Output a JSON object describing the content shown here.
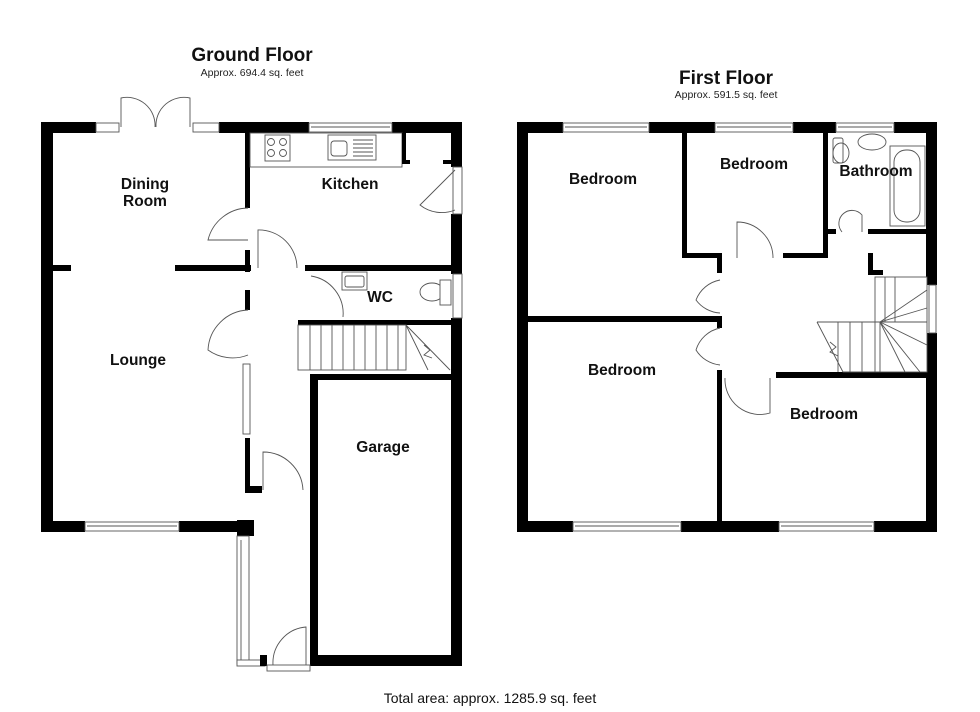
{
  "ground_floor": {
    "title": "Ground Floor",
    "area": "Approx. 694.4 sq. feet",
    "rooms": {
      "dining_room": "Dining\nRoom",
      "kitchen": "Kitchen",
      "wc": "WC",
      "lounge": "Lounge",
      "garage": "Garage"
    }
  },
  "first_floor": {
    "title": "First Floor",
    "area": "Approx. 591.5 sq. feet",
    "rooms": {
      "bedroom_1": "Bedroom",
      "bedroom_2": "Bedroom",
      "bathroom": "Bathroom",
      "bedroom_3": "Bedroom",
      "bedroom_4": "Bedroom"
    }
  },
  "footer": {
    "total_area": "Total area: approx. 1285.9 sq. feet"
  }
}
